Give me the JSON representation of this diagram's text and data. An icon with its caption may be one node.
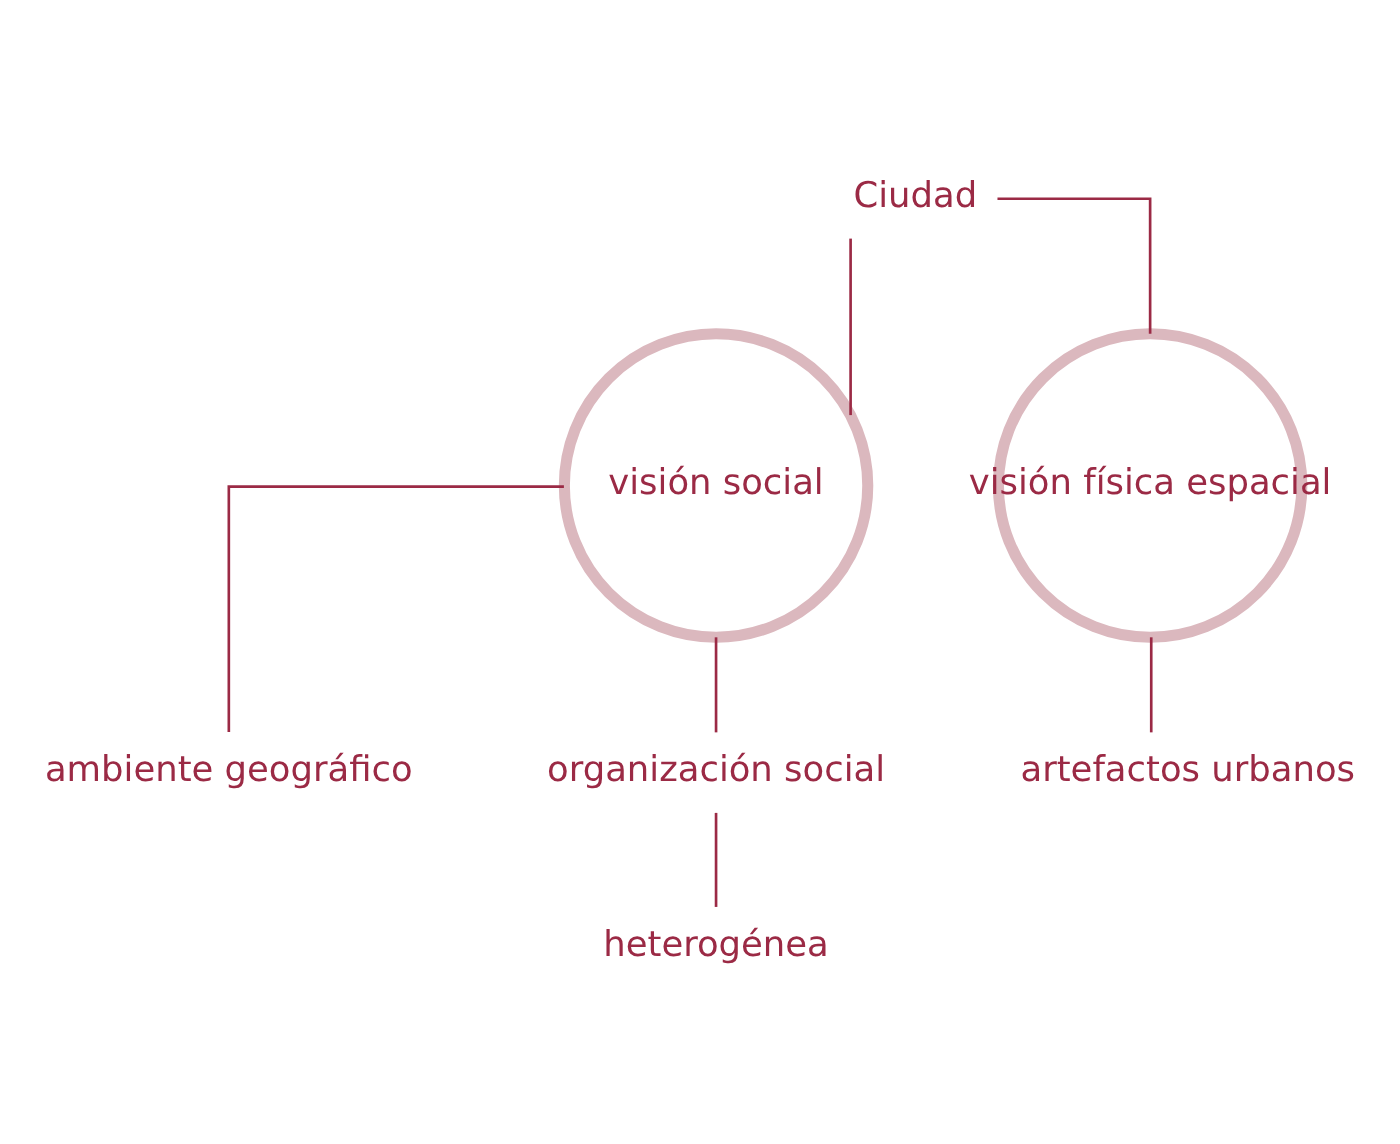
{
  "diagram": {
    "nodes": [
      {
        "text": [
          "Ciudad"
        ]
      },
      {
        "text": [
          "visión social"
        ]
      },
      {
        "text": [
          "visión física espacial"
        ]
      },
      {
        "text": [
          "ambiente geográfico"
        ]
      },
      {
        "text": [
          "organización social"
        ]
      },
      {
        "text": [
          "heterogénea"
        ]
      },
      {
        "text": [
          "artefactos urbanos"
        ]
      }
    ],
    "edges": [
      {
        "from": 0,
        "to": 1,
        "arrow": "none"
      },
      {
        "from": 0,
        "to": 2,
        "arrow": "none"
      },
      {
        "from": 1,
        "to": 3,
        "arrow": "none"
      },
      {
        "from": 1,
        "to": 4,
        "arrow": "none"
      },
      {
        "from": 4,
        "to": 5,
        "arrow": "none"
      },
      {
        "from": 2,
        "to": 6,
        "arrow": "none"
      }
    ]
  }
}
